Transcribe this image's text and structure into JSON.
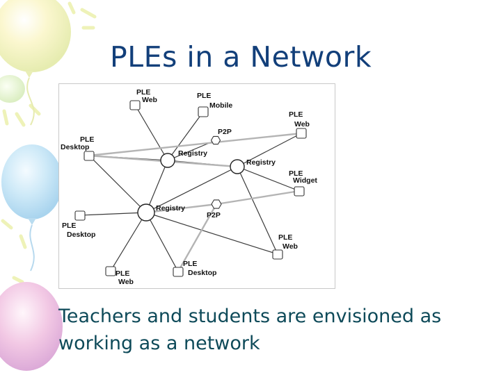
{
  "slide": {
    "title": "PLEs in a Network",
    "caption": "Teachers and students are envisioned as working as a network"
  },
  "diagram": {
    "nodes": [
      {
        "id": "reg1",
        "kind": "registry",
        "label": "Registry"
      },
      {
        "id": "reg2",
        "kind": "registry",
        "label": "Registry"
      },
      {
        "id": "reg3",
        "kind": "registry",
        "label": "Registry"
      },
      {
        "id": "p2p1",
        "kind": "p2p",
        "label": "P2P"
      },
      {
        "id": "p2p2",
        "kind": "p2p",
        "label": "P2P"
      },
      {
        "id": "webTop",
        "kind": "ple",
        "lines": [
          "PLE",
          "Web"
        ]
      },
      {
        "id": "mobile",
        "kind": "ple",
        "lines": [
          "PLE",
          "Mobile"
        ]
      },
      {
        "id": "webRight",
        "kind": "ple",
        "lines": [
          "PLE",
          "Web"
        ]
      },
      {
        "id": "deskLeft",
        "kind": "ple",
        "lines": [
          "PLE",
          "Desktop"
        ]
      },
      {
        "id": "widget",
        "kind": "ple",
        "lines": [
          "PLE",
          "Widget"
        ]
      },
      {
        "id": "deskBottomLeft",
        "kind": "ple",
        "lines": [
          "PLE",
          "Desktop"
        ]
      },
      {
        "id": "webBottomRight",
        "kind": "ple",
        "lines": [
          "PLE",
          "Web"
        ]
      },
      {
        "id": "webBottom",
        "kind": "ple",
        "lines": [
          "PLE",
          "Web"
        ]
      },
      {
        "id": "deskBottom",
        "kind": "ple",
        "lines": [
          "PLE",
          "Desktop"
        ]
      }
    ],
    "edges": [
      {
        "from": "webTop",
        "to": "reg1",
        "style": "dark"
      },
      {
        "from": "mobile",
        "to": "reg1",
        "style": "dark"
      },
      {
        "from": "p2p1",
        "to": "reg1",
        "style": "dark"
      },
      {
        "from": "deskLeft",
        "to": "reg1",
        "style": "dark"
      },
      {
        "from": "reg1",
        "to": "reg2",
        "style": "dark"
      },
      {
        "from": "reg2",
        "to": "webRight",
        "style": "dark"
      },
      {
        "from": "reg2",
        "to": "widget",
        "style": "dark"
      },
      {
        "from": "reg2",
        "to": "webBottomRight",
        "style": "dark"
      },
      {
        "from": "reg1",
        "to": "reg3",
        "style": "dark"
      },
      {
        "from": "reg3",
        "to": "deskBottomLeft",
        "style": "dark"
      },
      {
        "from": "reg3",
        "to": "webBottom",
        "style": "dark"
      },
      {
        "from": "reg3",
        "to": "deskBottom",
        "style": "dark"
      },
      {
        "from": "reg3",
        "to": "webBottomRight",
        "style": "dark"
      },
      {
        "from": "reg3",
        "to": "reg2",
        "style": "dark"
      },
      {
        "from": "reg3",
        "to": "deskLeft",
        "style": "dark"
      },
      {
        "from": "deskLeft",
        "to": "webRight",
        "style": "light"
      },
      {
        "from": "deskLeft",
        "to": "reg2",
        "style": "light"
      },
      {
        "from": "p2p2",
        "to": "reg3",
        "style": "light"
      },
      {
        "from": "p2p2",
        "to": "widget",
        "style": "light"
      },
      {
        "from": "p2p2",
        "to": "deskBottom",
        "style": "light"
      }
    ]
  },
  "colors": {
    "title": "#123f7a",
    "caption": "#0e4a59",
    "dark_edge": "#3a3a3a",
    "light_edge": "#b4b4b4"
  }
}
